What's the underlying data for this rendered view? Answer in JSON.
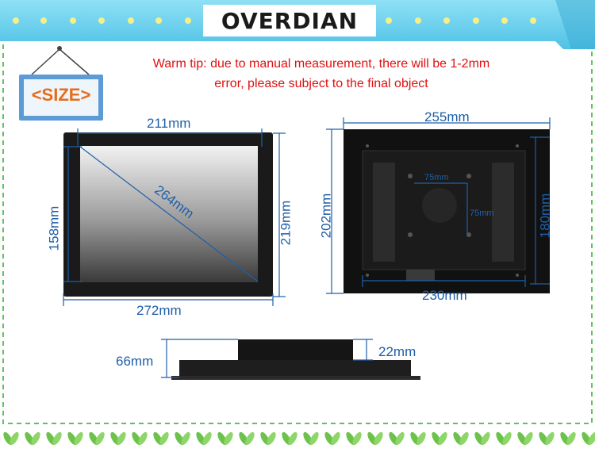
{
  "brand": {
    "name": "OVERDIAN"
  },
  "tip": {
    "line1": "Warm tip: due to manual measurement, there will be 1-2mm",
    "line2": "error, please subject to the final object"
  },
  "sign": {
    "label": "<SIZE>"
  },
  "front": {
    "top": "211mm",
    "diagonal": "264mm",
    "left": "158mm",
    "right": "219mm",
    "bottom": "272mm"
  },
  "back": {
    "top": "255mm",
    "left": "202mm",
    "right": "180mm",
    "bottom": "230mm",
    "holes_h": "75mm",
    "holes_v": "75mm"
  },
  "side": {
    "depth": "66mm",
    "bezel": "22mm"
  },
  "colors": {
    "dimension": "#1e5fa8",
    "tip": "#e01010",
    "sign_label": "#e86c19",
    "frame": "#5fc25a",
    "banner": "#6fd1ee"
  }
}
